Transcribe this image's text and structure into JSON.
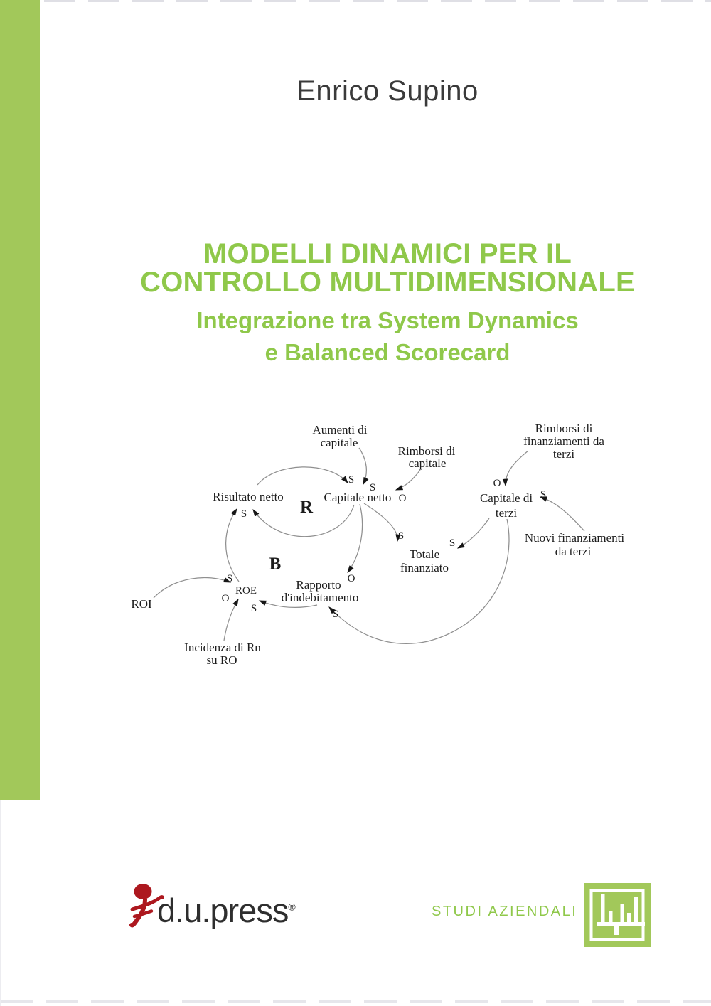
{
  "cover": {
    "author": "Enrico Supino",
    "title": [
      "MODELLI DINAMICI PER IL",
      "CONTROLLO MULTIDIMENSIONALE"
    ],
    "subtitle": [
      "Integrazione tra System Dynamics",
      "e Balanced Scorecard"
    ]
  },
  "diagram": {
    "nodes": {
      "aumenti_l1": "Aumenti di",
      "aumenti_l2": "capitale",
      "rimborsi_capitale_l1": "Rimborsi di",
      "rimborsi_capitale_l2": "capitale",
      "rimborsi_finanziamenti_l1": "Rimborsi di",
      "rimborsi_finanziamenti_l2": "finanziamenti da",
      "rimborsi_finanziamenti_l3": "terzi",
      "risultato_netto": "Risultato netto",
      "capitale_netto": "Capitale netto",
      "capitale_terzi_l1": "Capitale di",
      "capitale_terzi_l2": "terzi",
      "nuovi_finanziamenti_l1": "Nuovi finanziamenti",
      "nuovi_finanziamenti_l2": "da terzi",
      "totale_l1": "Totale",
      "totale_l2": "finanziato",
      "rapporto_l1": "Rapporto",
      "rapporto_l2": "d'indebitamento",
      "roe": "ROE",
      "roi": "ROI",
      "incidenza_l1": "Incidenza di Rn",
      "incidenza_l2": "su RO"
    },
    "loops": {
      "r": "R",
      "b": "B"
    },
    "polarities": {
      "risultato_to_capitale_netto": "S",
      "aumenti_to_capitale_netto": "S",
      "rimborsi_capitale_to_capitale_netto": "O",
      "roe_to_risultato_netto": "S",
      "rimborsi_finanziamenti_to_capitale_terzi": "O",
      "nuovi_to_capitale_terzi": "S",
      "capitale_netto_to_totale": "S",
      "capitale_terzi_to_totale": "S",
      "capitale_netto_to_rapporto": "O",
      "roi_to_roe": "S",
      "incidenza_to_roe": "O",
      "rapporto_to_roe": "S",
      "capitale_terzi_to_rapporto": "S"
    }
  },
  "footer": {
    "publisher": "d.u.press",
    "trademark": "®",
    "series": "STUDI AZIENDALI"
  },
  "icons": {
    "publisher_logo": "person-figure-icon",
    "series_badge": "bar-chart-icon"
  },
  "colors": {
    "green_text": "#8fc84a",
    "green_bar": "#a2c85a",
    "logo_red": "#ad181f",
    "ink": "#3a3a3a",
    "diagram_ink": "#1c1c1c",
    "arrow": "#8f8f8f"
  }
}
